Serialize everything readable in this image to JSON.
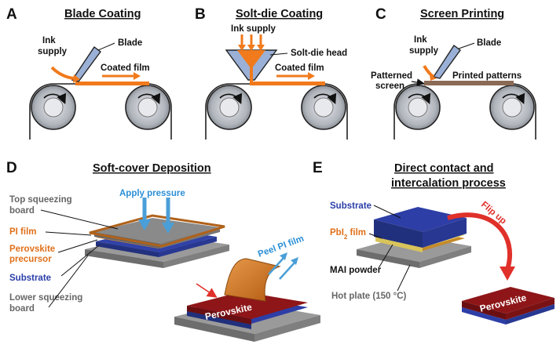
{
  "panels": {
    "a": {
      "letter": "A",
      "title": "Blade Coating",
      "ink_supply_1": "Ink",
      "ink_supply_2": "supply",
      "blade": "Blade",
      "film": "Coated film"
    },
    "b": {
      "letter": "B",
      "title": "Solt-die Coating",
      "ink_supply": "Ink supply",
      "head": "Solt-die head",
      "film": "Coated film"
    },
    "c": {
      "letter": "C",
      "title": "Screen Printing",
      "ink_supply_1": "Ink",
      "ink_supply_2": "supply",
      "blade": "Blade",
      "screen_1": "Patterned",
      "screen_2": "screen",
      "patterns": "Printed patterns"
    },
    "d": {
      "letter": "D",
      "title": "Soft-cover Deposition",
      "pressure": "Apply pressure",
      "top_board_1": "Top squeezing",
      "top_board_2": "board",
      "pi_film": "PI film",
      "precursor_1": "Perovskite",
      "precursor_2": "precursor",
      "substrate": "Substrate",
      "lower_board_1": "Lower squeezing",
      "lower_board_2": "board",
      "peel_1": "Peel PI film",
      "perovskite": "Perovskite"
    },
    "e": {
      "letter": "E",
      "title_1": "Direct contact and",
      "title_2": "intercalation process",
      "substrate": "Substrate",
      "pbi_film": "PbI",
      "pbi_sub": "2",
      "pbi_rest": " film",
      "mai": "MAI powder",
      "hot_plate": "Hot plate (150 °C)",
      "flip": "Flip up",
      "perovskite": "Perovskite"
    }
  },
  "colors": {
    "orange": "#f07a1c",
    "blade": "#9ab0d6",
    "film_brown": "#8a6a55",
    "substrate_blue": "#2d3ea6",
    "perovskite_red": "#8e1618",
    "board_gray": "#8a8a8a",
    "pressure_blue": "#4a9fd8",
    "flip_red": "#e0302a",
    "pbi_yellow": "#f4e27a"
  }
}
